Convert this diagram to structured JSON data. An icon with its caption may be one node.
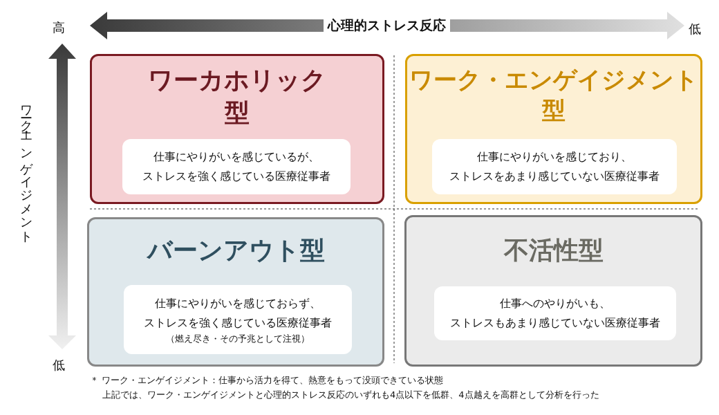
{
  "diagram": {
    "nodes": [
      {
        "text": [
          "ワーカホリック型"
        ]
      },
      {
        "text": [
          "仕事にやりがいを感じているが、ストレスを強く感じている医療従事者"
        ],
        "in": 0
      },
      {
        "text": [
          "ワーク・エンゲイジメント型"
        ]
      },
      {
        "text": [
          "仕事にやりがいを感じており、ストレスをあまり感じていない医療従事者"
        ],
        "in": 2
      },
      {
        "text": [
          "バーンアウト型"
        ]
      },
      {
        "text": [
          "仕事にやりがいを感じておらず、ストレスを強く感じている医療従事者",
          "（燃え尽き・その予兆として注視）"
        ],
        "in": 4
      },
      {
        "text": [
          "不活性型"
        ]
      },
      {
        "text": [
          "仕事へのやりがいも、ストレスもあまり感じていない医療従事者"
        ],
        "in": 6
      }
    ],
    "edges": [],
    "labels": [
      "高",
      "心理的ストレス反応",
      "低",
      "ワーク・エンゲイジメント",
      "低",
      "＊ ワーク・エンゲイジメント：仕事から活力を得て、熱意をもって没頭できている状態",
      "上記では、ワーク・エンゲイジメントと心理的ストレス反応のいずれも4点以下を低群、4点越えを高群として分析を行った"
    ]
  }
}
